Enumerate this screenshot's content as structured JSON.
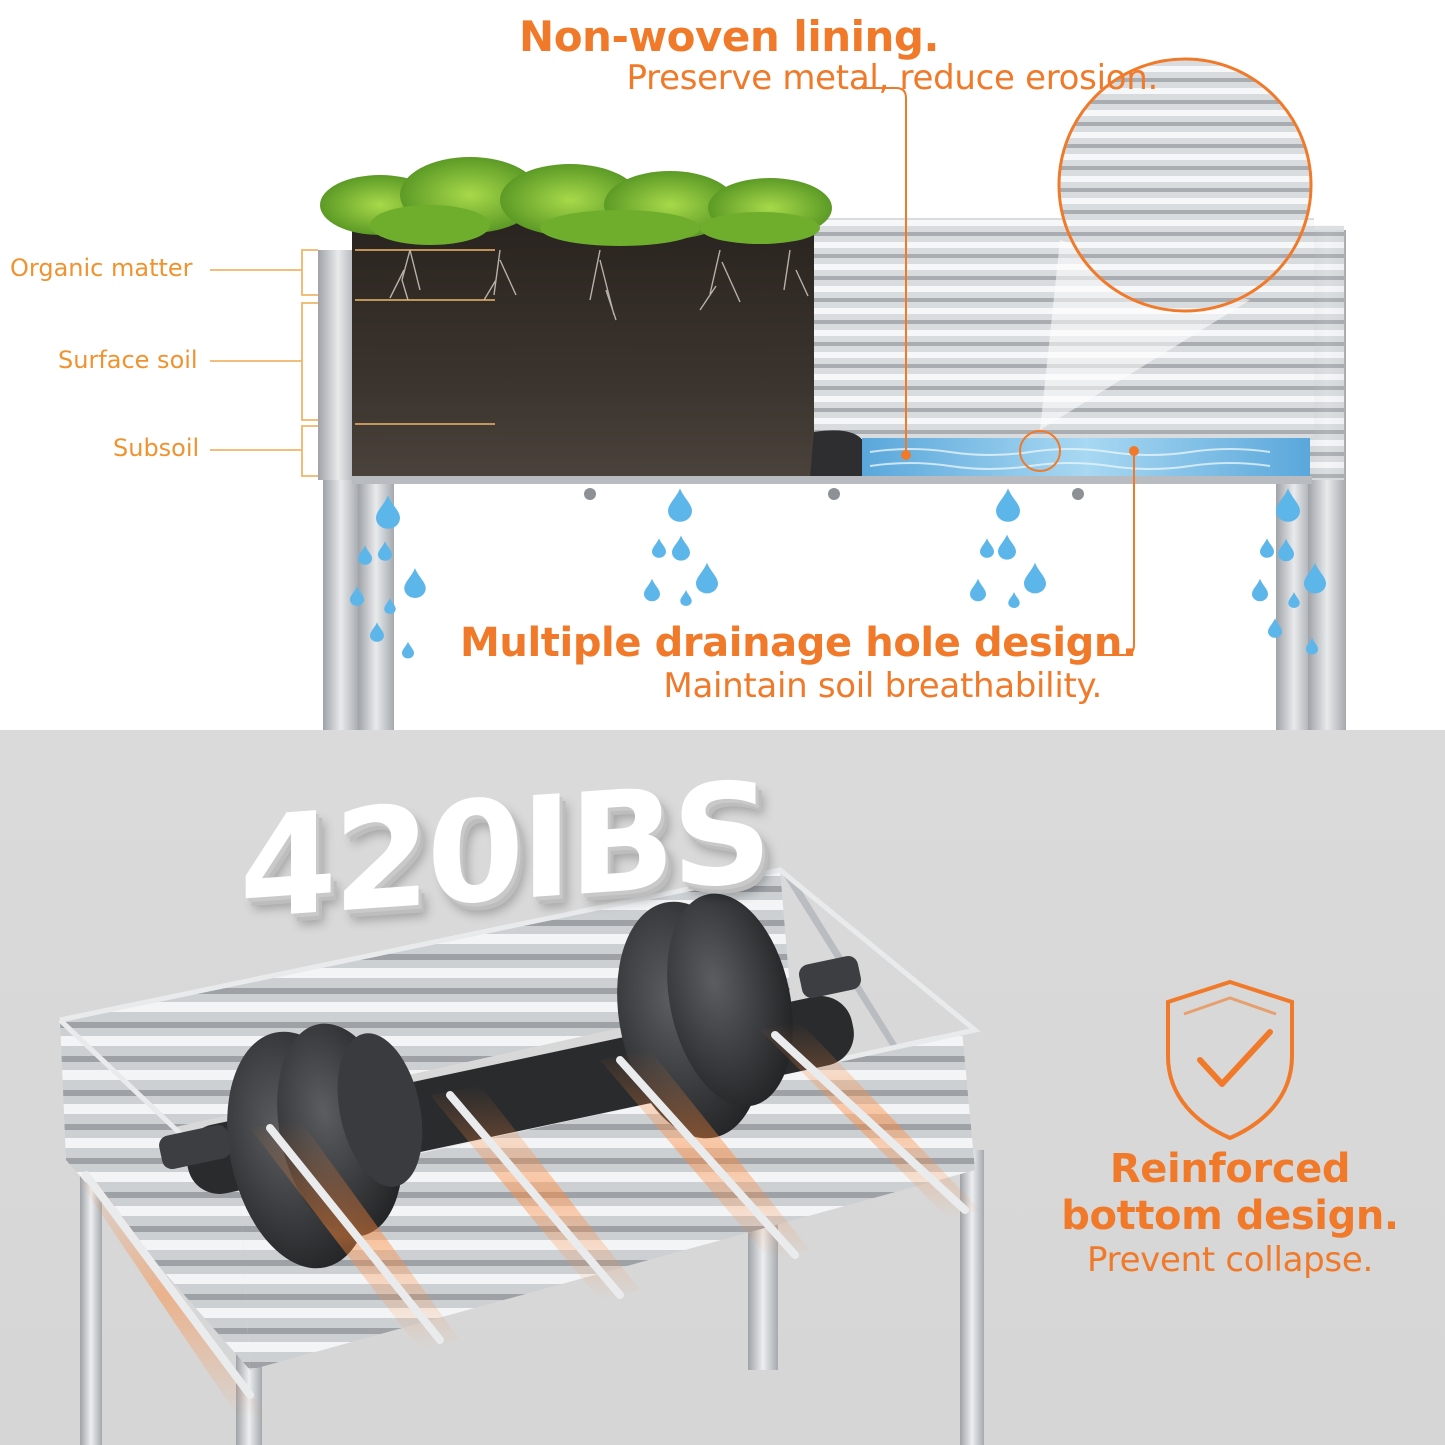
{
  "top": {
    "lining_title": "Non-woven lining.",
    "lining_subtitle": "Preserve metal, reduce erosion.",
    "layers": {
      "organic": "Organic matter",
      "surface": "Surface soil",
      "subsoil": "Subsoil"
    },
    "drainage_title": "Multiple drainage hole design.",
    "drainage_subtitle": "Maintain soil breathability."
  },
  "bottom": {
    "weight": "420IBS",
    "reinforced_title_line1": "Reinforced",
    "reinforced_title_line2": "bottom design.",
    "reinforced_subtitle": "Prevent collapse."
  },
  "colors": {
    "accent": "#f07a2a",
    "label": "#f0932f",
    "steel": "#c4c7cb",
    "water": "#6ab8e6"
  },
  "icons": {
    "shield": "shield-check-icon",
    "drop": "water-drop-icon"
  }
}
